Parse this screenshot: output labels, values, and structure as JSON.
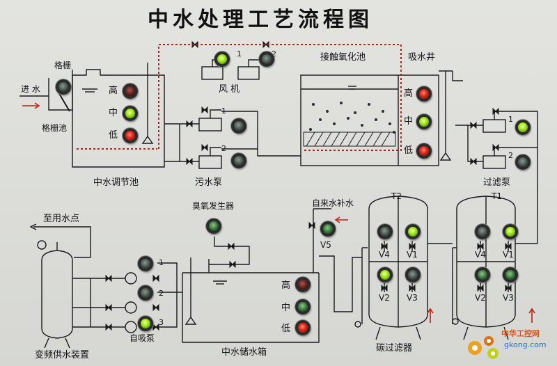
{
  "title": "中水处理工艺流程图",
  "labels": {
    "inlet": "进 水",
    "grille": "格栅",
    "grille_pool": "格栅池",
    "adjust_pool": "中水调节池",
    "fan": "风 机",
    "fan_1": "1",
    "fan_2": "2",
    "sewage_pump": "污水泵",
    "pump_1": "1",
    "pump_2": "2",
    "contact_pool": "接触氧化池",
    "suction_well": "吸水井",
    "filter_pump": "过滤泵",
    "fp_1": "1",
    "fp_2": "2",
    "to_use": "至用水点",
    "ozone": "臭氧发生器",
    "tap_water": "自来水补水",
    "v5": "V5",
    "storage": "中水储水箱",
    "vfd": "变频供水装置",
    "self_prime": "自吸泵",
    "sp_1": "1",
    "sp_2": "2",
    "sp_3": "3",
    "carbon_filter": "碳过滤器",
    "t1": "T1",
    "t2": "T2",
    "v1": "V1",
    "v2": "V2",
    "v3": "V3",
    "v4": "V4",
    "high": "高",
    "mid": "中",
    "low": "低",
    "watermark_text": "中华工控网",
    "watermark_url": "gkong.com"
  },
  "colors": {
    "line": "#1a1a1a",
    "aeration": "#b0241a",
    "arrow": "#c02010",
    "lamp_red": "#e02a1a",
    "lamp_green": "#a9f01c",
    "lamp_off": "#3c4a44"
  },
  "lamps": {
    "inlet": "off",
    "adjust_high": "dimred",
    "adjust_mid": "green",
    "adjust_low": "red",
    "fan1": "green",
    "fan2": "off",
    "pump1": "off",
    "pump2": "off",
    "well_high": "red",
    "well_mid": "green",
    "well_low": "red",
    "fp1": "green",
    "fp2": "off",
    "ozone": "dimgreen",
    "v5": "dimgreen",
    "st_high": "dimred",
    "st_mid": "dimgreen",
    "st_low": "red",
    "sp1": "off",
    "sp2": "off",
    "sp3": "green",
    "t2_v4": "off",
    "t2_v1": "green",
    "t2_v2": "green",
    "t2_v3": "off",
    "t1_v4": "off",
    "t1_v1": "green",
    "t1_v2": "dimgreen",
    "t1_v3": "dimgreen"
  }
}
